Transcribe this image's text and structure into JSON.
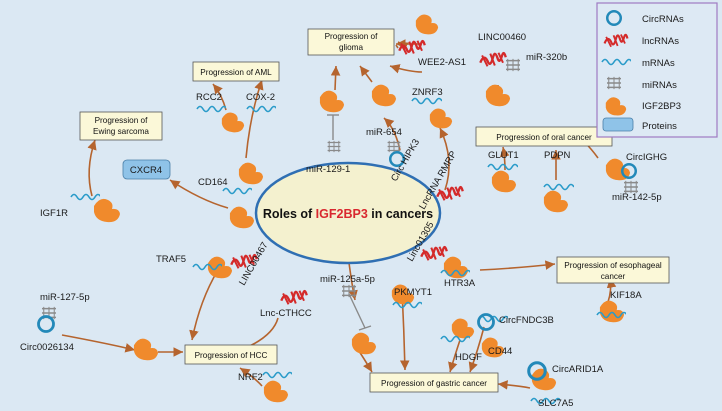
{
  "center": {
    "prefix": "Roles of ",
    "highlight": "IGF2BP3",
    "suffix": " in cancers"
  },
  "legend": {
    "items": [
      {
        "label": "CircRNAs",
        "icon": "circ-rna-icon"
      },
      {
        "label": "lncRNAs",
        "icon": "lnc-rna-icon"
      },
      {
        "label": "mRNAs",
        "icon": "mrna-icon"
      },
      {
        "label": "miRNAs",
        "icon": "mirna-icon"
      },
      {
        "label": "IGF2BP3",
        "icon": "igf2bp3-icon"
      },
      {
        "label": "Proteins",
        "icon": "protein-icon"
      }
    ]
  },
  "outcomes": {
    "glioma_l1": "Progression of",
    "glioma_l2": "glioma",
    "aml": "Progression of AML",
    "ewing_l1": "Progression of",
    "ewing_l2": "Ewing sarcoma",
    "oral": "Progression of oral cancer",
    "esoph_l1": "Progression of esophageal",
    "esoph_l2": "cancer",
    "hcc": "Progression of HCC",
    "gastric": "Progression of gastric cancer"
  },
  "protein": "CXCR4",
  "labels": {
    "wee2": "WEE2-AS1",
    "linc00460": "LINC00460",
    "mir320b": "miR-320b",
    "znrf3": "ZNRF3",
    "mir654": "miR-654",
    "mir1291": "miR-129-1",
    "cox2": "COX-2",
    "rcc2": "RCC2",
    "cd164": "CD164",
    "igf1r": "IGF1R",
    "glut1": "GLUT1",
    "pdpn": "PDPN",
    "circighg": "CircIGHG",
    "mir1425p": "miR-142-5p",
    "circhipk3": "Circ HIPK3",
    "lncrmrp": "LncRNA RMRP",
    "linc01305": "Linc01305",
    "htr3a": "HTR3A",
    "kif18a": "KIF18A",
    "circfndc3b": "CircFNDC3B",
    "cd44": "CD44",
    "hdgf": "HDGF",
    "circarid1a": "CircARID1A",
    "slc7a5": "SLC7A5",
    "pkmyt1": "PKMYT1",
    "mir125a": "miR-125a-5p",
    "linc00467": "LINC00467",
    "lnccthcc": "Lnc-CTHCC",
    "traf5": "TRAF5",
    "mir1275p": "miR-127-5p",
    "circ0026134": "Circ0026134",
    "nrf2": "NRF2"
  },
  "colors": {
    "background": "#dbe8f3",
    "arrow": "#b5642e",
    "igf2bp3": "#f08a2c",
    "lncrna": "#d42a2a",
    "mrna": "#2a9bc9",
    "circrna": "#2389b9",
    "mirna": "#8a8a8a",
    "outcome_box": "#fbf8d8",
    "protein_box": "#8fc3e8",
    "legend_border": "#9f7ac2",
    "center_fill": "#f4f1cf",
    "center_border": "#2f6fb3",
    "highlight": "#d9282f"
  }
}
